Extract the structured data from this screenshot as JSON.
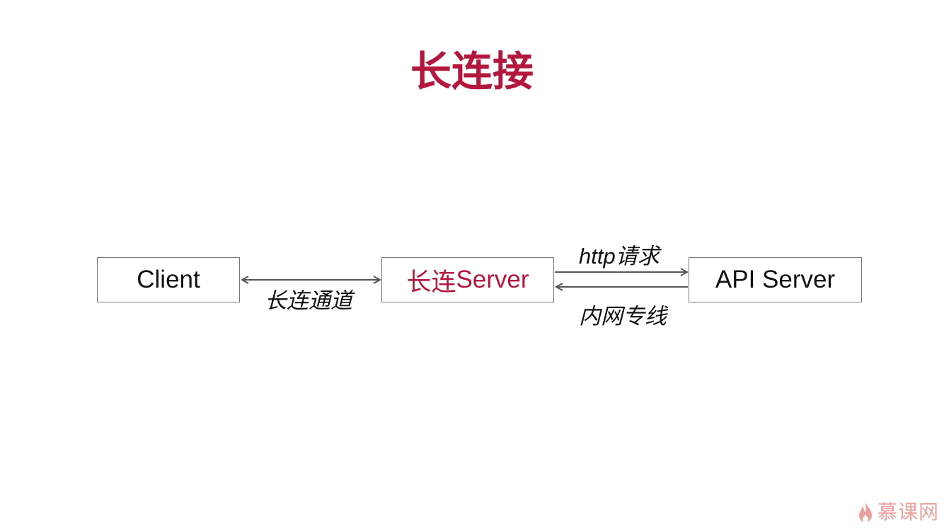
{
  "slide": {
    "title": "长连接",
    "title_color": "#b3173e"
  },
  "nodes": {
    "client": {
      "label": "Client"
    },
    "long_server": {
      "label_prefix": "长连",
      "label_suffix": "Server",
      "prefix_color": "#b3173e",
      "suffix_color": "#b3173e"
    },
    "api_server": {
      "label": "API Server"
    }
  },
  "edges": {
    "client_long_server": {
      "label": "长连通道",
      "direction": "bidirectional"
    },
    "http_request": {
      "label": "http请求",
      "direction": "long_server-to-api_server"
    },
    "intranet_line": {
      "label": "内网专线",
      "direction": "api_server-to-long_server"
    }
  },
  "colors": {
    "accent": "#b3173e",
    "arrow": "#555555",
    "box_border": "#777777",
    "watermark": "#d9534f"
  },
  "watermark": {
    "text": "慕课网",
    "icon": "flame-icon"
  }
}
